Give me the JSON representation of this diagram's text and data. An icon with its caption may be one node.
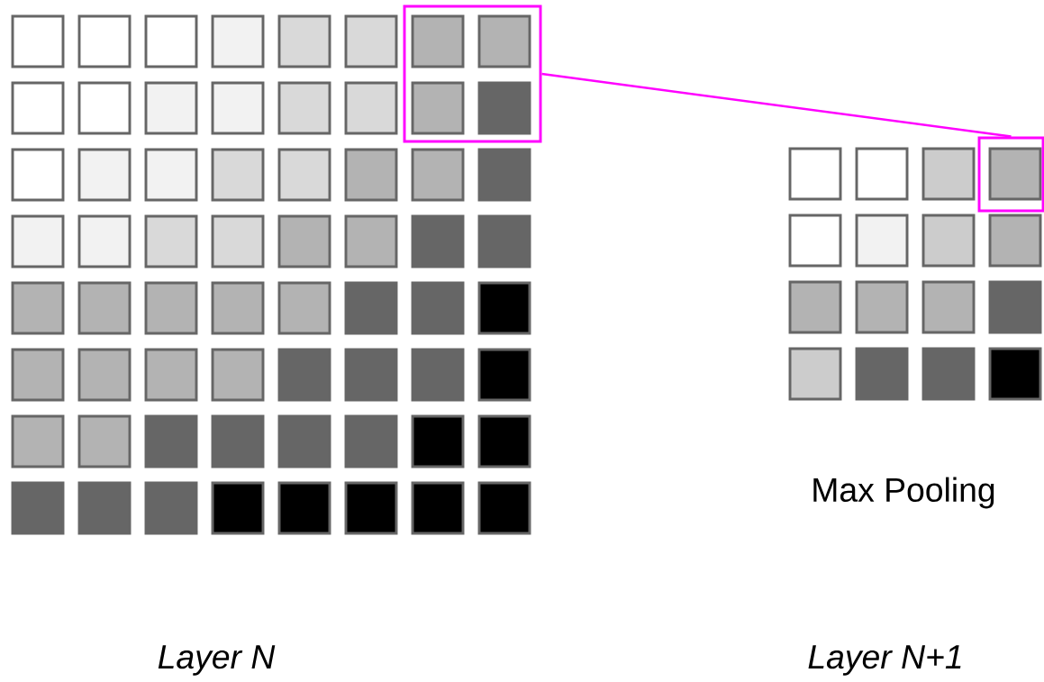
{
  "diagram": {
    "nodes": [
      {
        "text": [],
        "shape": "box"
      },
      {
        "text": [],
        "shape": "box"
      }
    ],
    "edges": [
      {
        "from": 0,
        "to": 1,
        "arrow": "none",
        "color": "#ff00ff"
      }
    ],
    "labels": [
      "Max Pooling",
      "Layer N",
      "Layer N+1"
    ]
  }
}
